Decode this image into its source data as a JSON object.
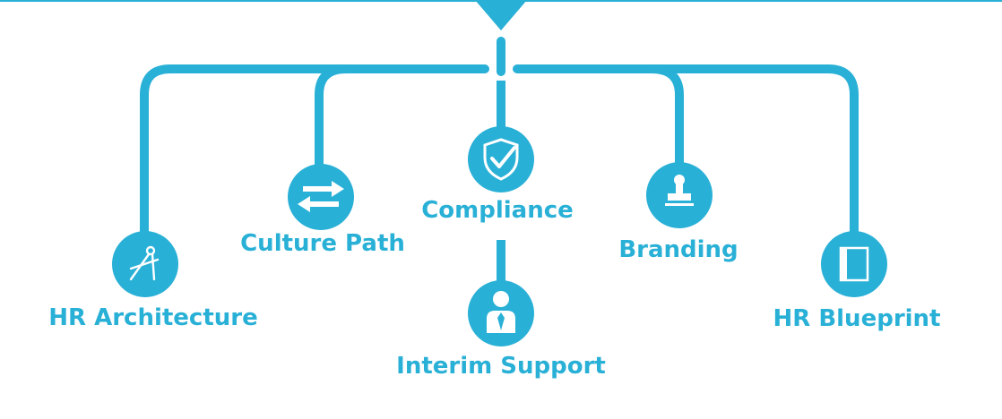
{
  "colors": {
    "primary": "#29b0d6",
    "background": "#ffffff",
    "icon": "#ffffff"
  },
  "nodes": [
    {
      "id": "hr-architecture",
      "label": "HR Architecture",
      "icon": "compass-icon"
    },
    {
      "id": "culture-path",
      "label": "Culture Path",
      "icon": "arrows-exchange-icon"
    },
    {
      "id": "compliance",
      "label": "Compliance",
      "icon": "shield-check-icon"
    },
    {
      "id": "interim-support",
      "label": "Interim Support",
      "icon": "person-tie-icon"
    },
    {
      "id": "branding",
      "label": "Branding",
      "icon": "stamp-icon"
    },
    {
      "id": "hr-blueprint",
      "label": "HR Blueprint",
      "icon": "book-icon"
    }
  ]
}
